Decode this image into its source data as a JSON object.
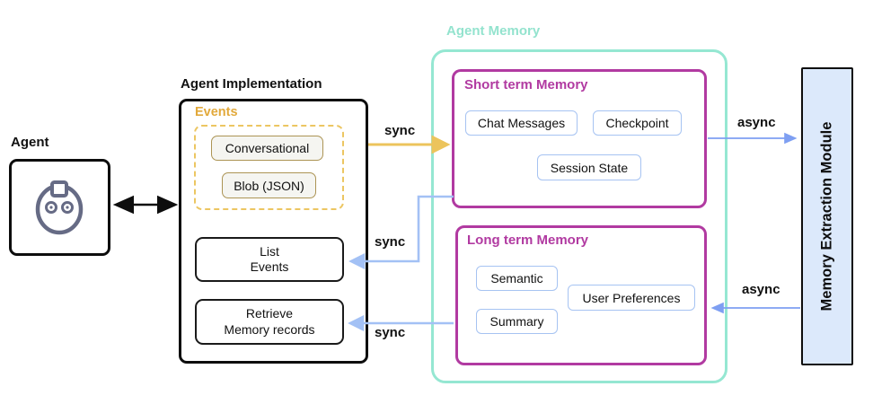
{
  "agent": {
    "title": "Agent"
  },
  "agent_implementation": {
    "title": "Agent Implementation",
    "events": {
      "title": "Events",
      "items": [
        "Conversational",
        "Blob (JSON)"
      ]
    },
    "list_events": {
      "line1": "List",
      "line2": "Events"
    },
    "retrieve_records": {
      "line1": "Retrieve",
      "line2": "Memory records"
    }
  },
  "agent_memory": {
    "title": "Agent Memory",
    "short_term": {
      "title": "Short term Memory",
      "items": [
        "Chat Messages",
        "Checkpoint",
        "Session State"
      ]
    },
    "long_term": {
      "title": "Long term Memory",
      "items": [
        "Semantic",
        "User Preferences",
        "Summary"
      ]
    }
  },
  "memory_extraction_module": {
    "title": "Memory Extraction Module"
  },
  "edges": {
    "events_to_short_term": {
      "label": "sync"
    },
    "short_term_to_list_events": {
      "label": "sync"
    },
    "long_term_to_retrieve": {
      "label": "sync"
    },
    "short_term_to_extraction": {
      "label": "async"
    },
    "extraction_to_long_term": {
      "label": "async"
    }
  },
  "colors": {
    "gold_text": "#E2A93B",
    "gold_dashed": "#ECC662",
    "gold_arrow": "#ECC45C",
    "tan_border": "#AC9454",
    "teal": "#95E7D2",
    "magenta": "#B13AA1",
    "chip_blue": "#A6C3F2",
    "sync_blue": "#A3C1F5",
    "async_blue": "#7E9FF2",
    "module_fill": "#DCE9FB"
  }
}
